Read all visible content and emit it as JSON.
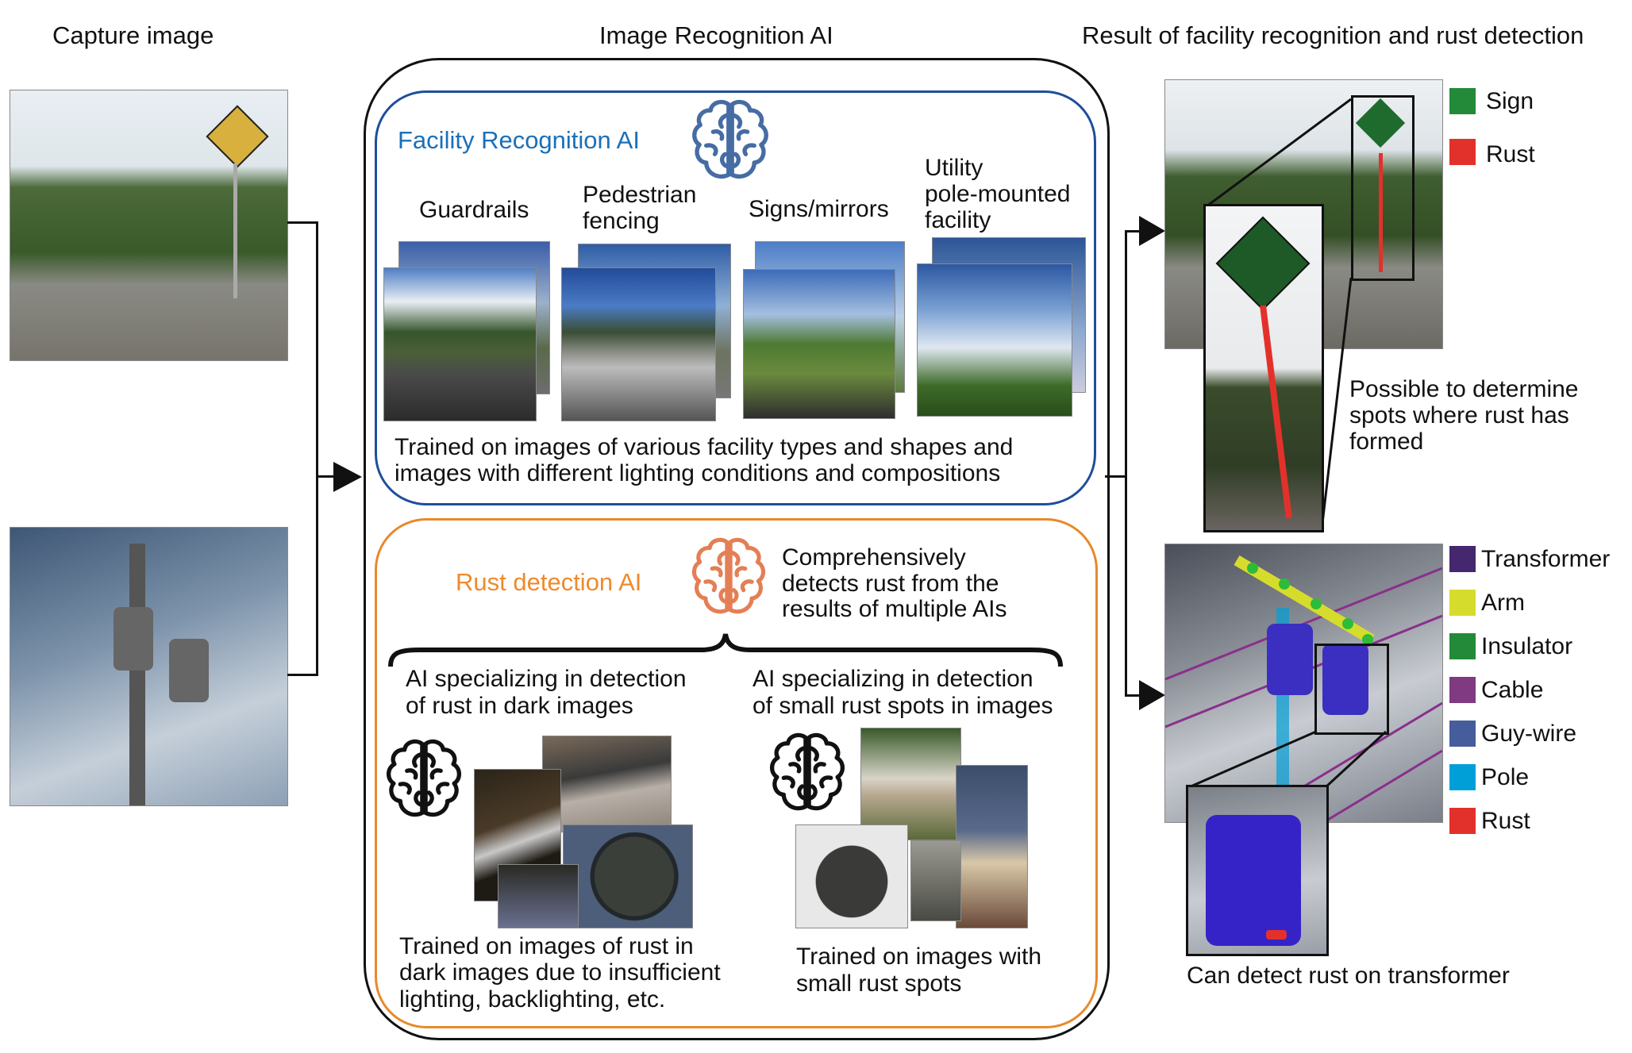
{
  "columns": {
    "capture": "Capture image",
    "recognition": "Image Recognition AI",
    "result": "Result of facility recognition and rust detection"
  },
  "facility_ai": {
    "title": "Facility Recognition AI",
    "categories": [
      "Guardrails",
      "Pedestrian\nfencing",
      "Signs/mirrors",
      "Utility\npole-mounted\nfacility"
    ],
    "caption": [
      "Trained on images of various facility types and shapes and",
      "images with different lighting conditions and compositions"
    ]
  },
  "rust_ai": {
    "title": "Rust detection AI",
    "description": [
      "Comprehensively",
      "detects rust from the",
      "results of multiple AIs"
    ],
    "dark": {
      "label": [
        "AI specializing in detection",
        "of rust in dark images"
      ],
      "caption": [
        "Trained on images of rust in",
        "dark images due to insufficient",
        "lighting, backlighting, etc."
      ]
    },
    "small": {
      "label": [
        "AI specializing in detection",
        "of small rust spots in images"
      ],
      "caption": [
        "Trained on images with",
        "small rust spots"
      ]
    }
  },
  "results": {
    "sign_legend": [
      {
        "label": "Sign",
        "color": "#238a3a"
      },
      {
        "label": "Rust",
        "color": "#e2312b"
      }
    ],
    "sign_note": [
      "Possible to determine",
      "spots where rust has",
      "formed"
    ],
    "pole_legend": [
      {
        "label": "Transformer",
        "color": "#44276e"
      },
      {
        "label": "Arm",
        "color": "#d6dc2c"
      },
      {
        "label": "Insulator",
        "color": "#238a3a"
      },
      {
        "label": "Cable",
        "color": "#7f3a82"
      },
      {
        "label": "Guy-wire",
        "color": "#465d9c"
      },
      {
        "label": "Pole",
        "color": "#009fd8"
      },
      {
        "label": "Rust",
        "color": "#e2312b"
      }
    ],
    "pole_note": "Can detect rust on transformer"
  },
  "colors": {
    "facility": "#1f4e9a",
    "facility_title": "#1a70b8",
    "rust": "#e8892b",
    "rust_title": "#ef8a2a"
  }
}
